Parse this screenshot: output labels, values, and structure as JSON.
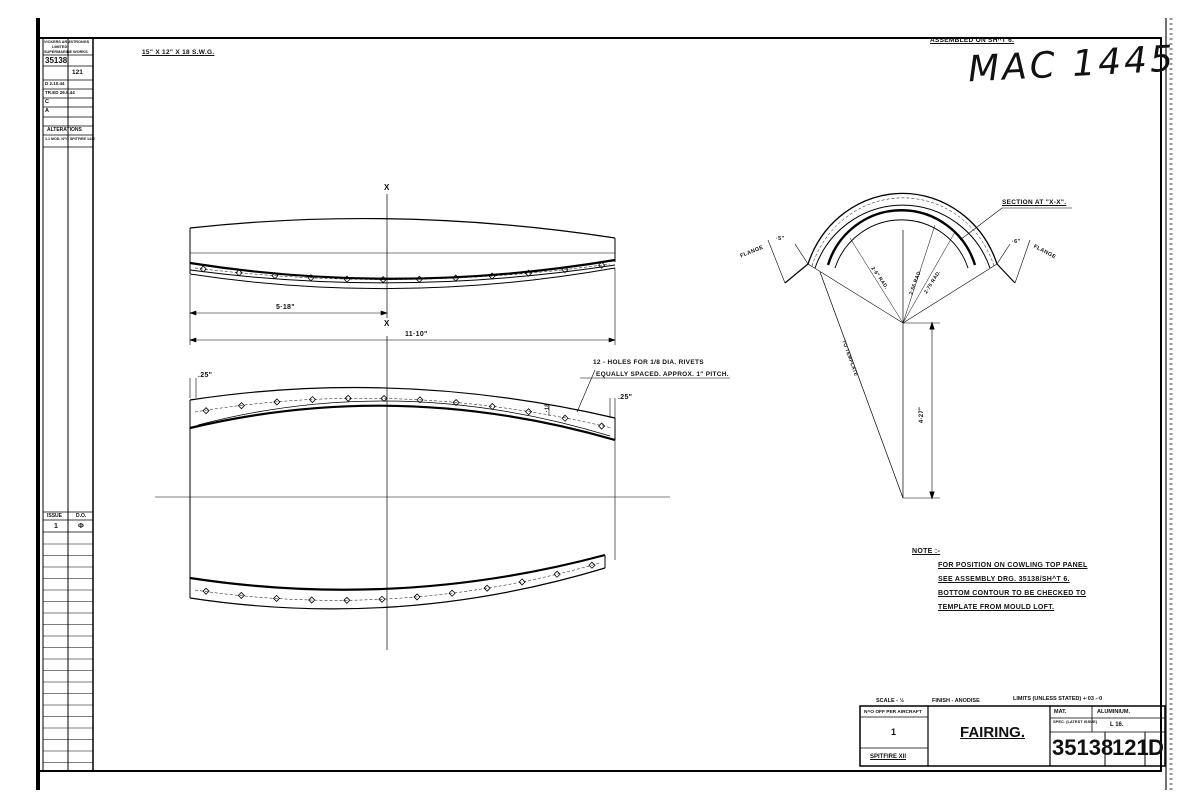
{
  "sheet": {
    "handwritten_ref": "MAC 1445",
    "assembled_on": "ASSEMBLED ON SH^T 6.",
    "material_size": "15\" x 12\" x 18 S.W.G."
  },
  "side_panel": {
    "company_lines": [
      "VICKERS ARMSTRONGS",
      "LIMITED",
      "SUPERMARINE WORKS"
    ],
    "drawing_no": "35138",
    "item_no": "121",
    "rev_d": "D 2.10.44",
    "traced": "TR.ED 26.9.44",
    "checked": "C",
    "approved": "A",
    "alterations_label": "ALTERATIONS",
    "alteration_1": "1.1  MOD. N^o SPITFIRE 1442",
    "issue_label": "ISSUE",
    "issue_value": "1",
    "do_label": "D.O.",
    "do_value": "φ"
  },
  "views": {
    "x_mark": "X",
    "dim_518": "5·18\"",
    "dim_1110": "11·10\"",
    "dim_25_left": ".25\"",
    "dim_25_right": ".25\"",
    "dim_18": "·18",
    "holes_note_1": "12 - HOLES FOR 1/8 DIA. RIVETS",
    "holes_note_2": "EQUALLY SPACED. APPROX. 1\" PITCH."
  },
  "section": {
    "label": "SECTION AT \"X-X\".",
    "flange_left": "FLANGE",
    "flange_right": "FLANGE",
    "flange_dim_left": "·5\"",
    "flange_dim_right": "·6\"",
    "rad_1": "2·6\" RAD.",
    "rad_2": "2·55 RAD.",
    "rad_3": "2·75 RAD.",
    "template": "TO TEMPLATE",
    "height": "4·27\""
  },
  "note": {
    "heading": "NOTE :-",
    "lines": [
      "FOR POSITION ON COWLING TOP PANEL",
      "SEE ASSEMBLY DRG. 35138/SH^T 6.",
      "BOTTOM CONTOUR TO BE CHECKED TO",
      "TEMPLATE FROM MOULD LOFT."
    ]
  },
  "title_block": {
    "scale": "SCALE - ½",
    "finish": "FINISH - ANODISE",
    "limits": "LIMITS (UNLESS STATED) +·03 -·0",
    "no_off_label": "N^o OFF PER AIRCRAFT",
    "no_off": "1",
    "aircraft": "SPITFIRE XII",
    "title": "FAIRING.",
    "mat_label": "MAT.",
    "material": "ALUMINIUM.",
    "spec_label": "SPEC. (LATEST ISSUE)",
    "spec": "L 16.",
    "drawing_no": "35138",
    "part_no": "121",
    "size": "D"
  }
}
